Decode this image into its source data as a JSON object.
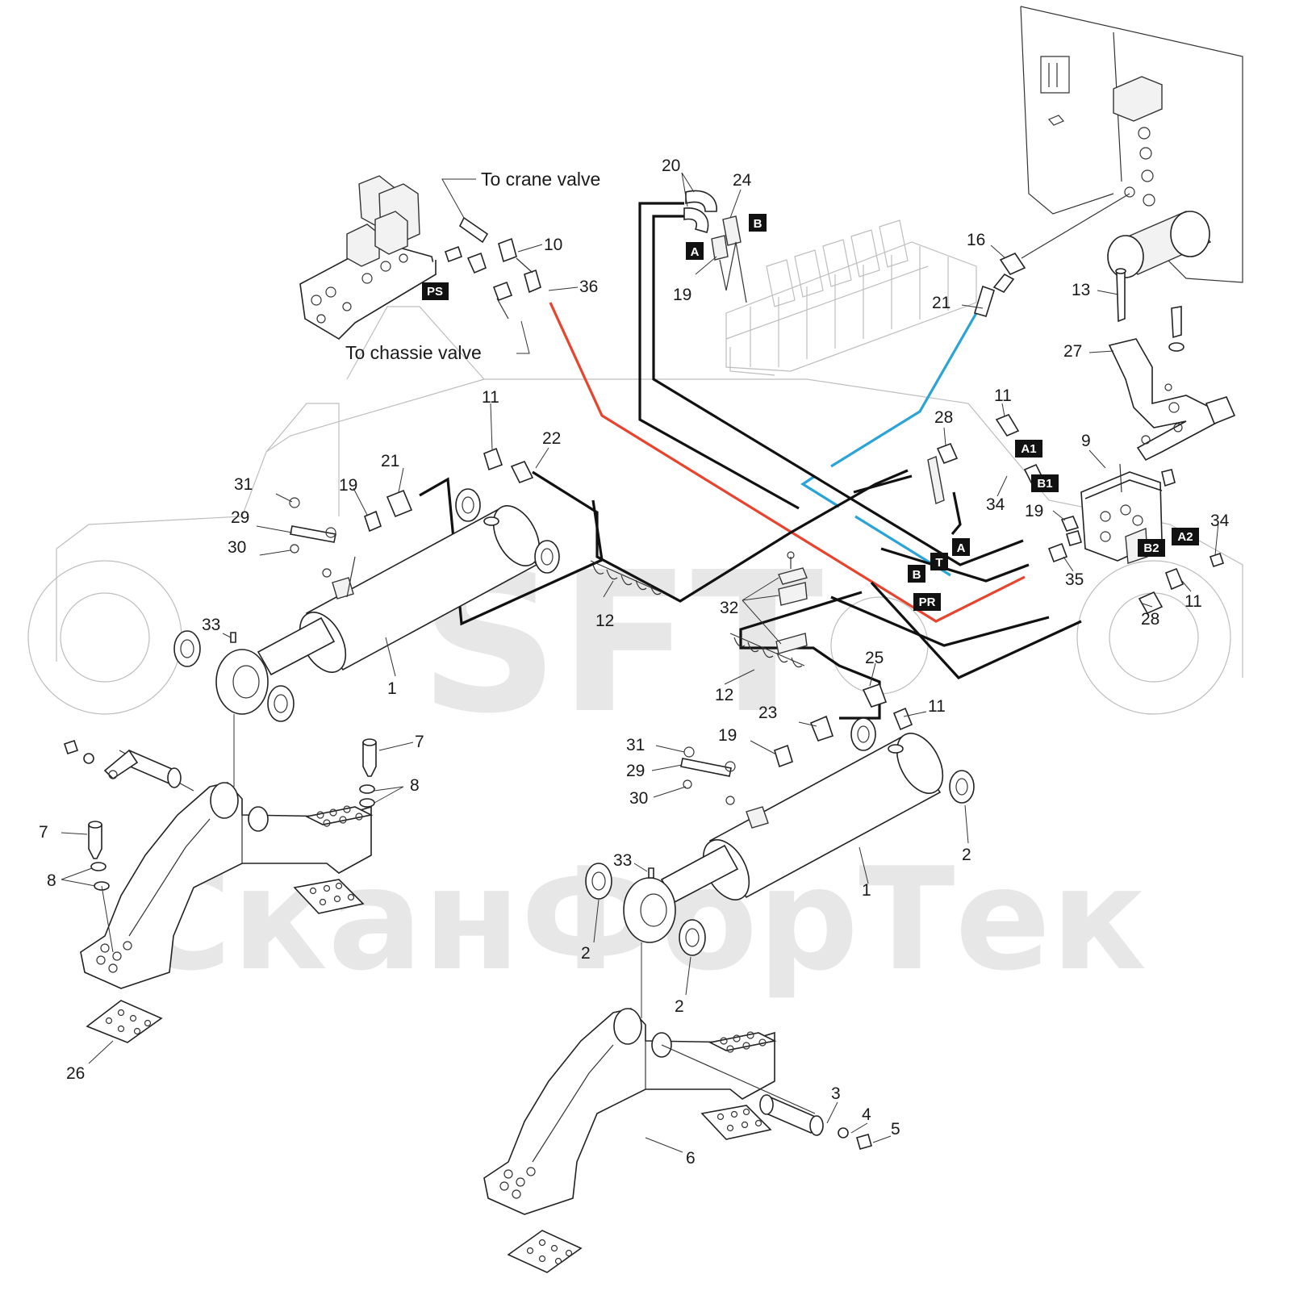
{
  "watermark": {
    "line1": "SFT",
    "line2": "СканФорТек"
  },
  "notes": {
    "crane_valve": "To crane valve",
    "chassie_valve": "To chassie valve"
  },
  "port_tags": {
    "PS": "PS",
    "A_top": "A",
    "B_top": "B",
    "A1": "A1",
    "B1": "B1",
    "A2": "A2",
    "B2": "B2",
    "T": "T",
    "A_mid": "A",
    "B_mid": "B",
    "PR": "PR"
  },
  "callouts": {
    "c20": "20",
    "c24": "24",
    "c19a": "19",
    "c10": "10",
    "c36": "36",
    "c16": "16",
    "c21a": "21",
    "c13": "13",
    "c27": "27",
    "c11a": "11",
    "c28a": "28",
    "c9": "9",
    "c34a": "34",
    "c19b": "19",
    "c34b": "34",
    "c35": "35",
    "c11b": "11",
    "c28b": "28",
    "c11c": "11",
    "c22": "22",
    "c21b": "21",
    "c19c": "19",
    "c31a": "31",
    "c29a": "29",
    "c30a": "30",
    "c12a": "12",
    "c33a": "33",
    "c1a": "1",
    "c32": "32",
    "c12b": "12",
    "c25": "25",
    "c11d": "11",
    "c23": "23",
    "c19d": "19",
    "c31b": "31",
    "c29b": "29",
    "c30b": "30",
    "c7a": "7",
    "c8a": "8",
    "c7b": "7",
    "c8b": "8",
    "c2a": "2",
    "c1b": "1",
    "c33b": "33",
    "c2b": "2",
    "c2c": "2",
    "c26": "26",
    "c3": "3",
    "c4": "4",
    "c5": "5",
    "c6": "6"
  },
  "colors": {
    "pressure_hose": "#e8432c",
    "return_hose": "#2aa3d6",
    "hose": "#111111"
  }
}
